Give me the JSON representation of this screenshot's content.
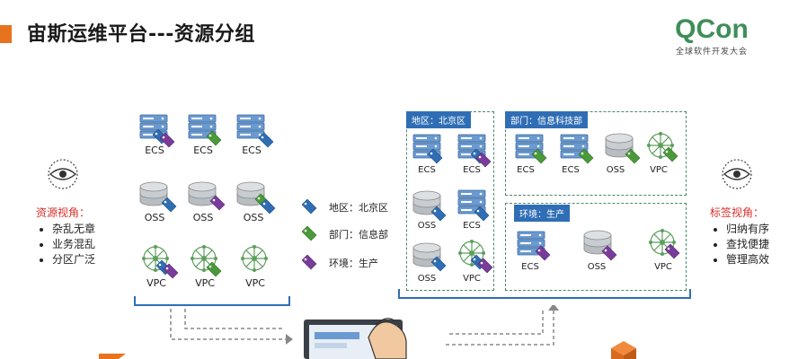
{
  "header": {
    "title": "宙斯运维平台---资源分组",
    "logo_main": "QCon",
    "logo_sub": "全球软件开发大会"
  },
  "left_panel": {
    "heading": "资源视角：",
    "items": [
      "杂乱无章",
      "业务混乱",
      "分区广泛"
    ]
  },
  "right_panel": {
    "heading": "标签视角：",
    "items": [
      "归纳有序",
      "查找便捷",
      "管理高效"
    ]
  },
  "resources_left": {
    "ecs_label": "ECS",
    "oss_label": "OSS",
    "vpc_label": "VPC"
  },
  "legend": {
    "items": [
      {
        "label": "地区：北京区",
        "color": "#2f6eb5"
      },
      {
        "label": "部门：信息部",
        "color": "#4a9a3a"
      },
      {
        "label": "环境：生产",
        "color": "#7a3c9a"
      }
    ]
  },
  "groups": {
    "region": {
      "tag": "地区：北京区",
      "labels": [
        "ECS",
        "ECS",
        "OSS",
        "ECS",
        "OSS",
        "VPC"
      ]
    },
    "department": {
      "tag": "部门：信息科技部",
      "labels": [
        "ECS",
        "ECS",
        "OSS",
        "VPC"
      ]
    },
    "environment": {
      "tag": "环境：生产",
      "labels": [
        "ECS",
        "OSS",
        "VPC"
      ]
    }
  },
  "colors": {
    "accent": "#e8731e",
    "brand_green": "#3f8e5a",
    "tag_blue": "#2f6eb5",
    "tag_green": "#4a9a3a",
    "tag_purple": "#7a3c9a",
    "server_blue": "#6b9ad0",
    "disk_gray": "#b8bdc2",
    "vpc_green": "#5c9e5c",
    "warn_red": "#d9302c"
  }
}
